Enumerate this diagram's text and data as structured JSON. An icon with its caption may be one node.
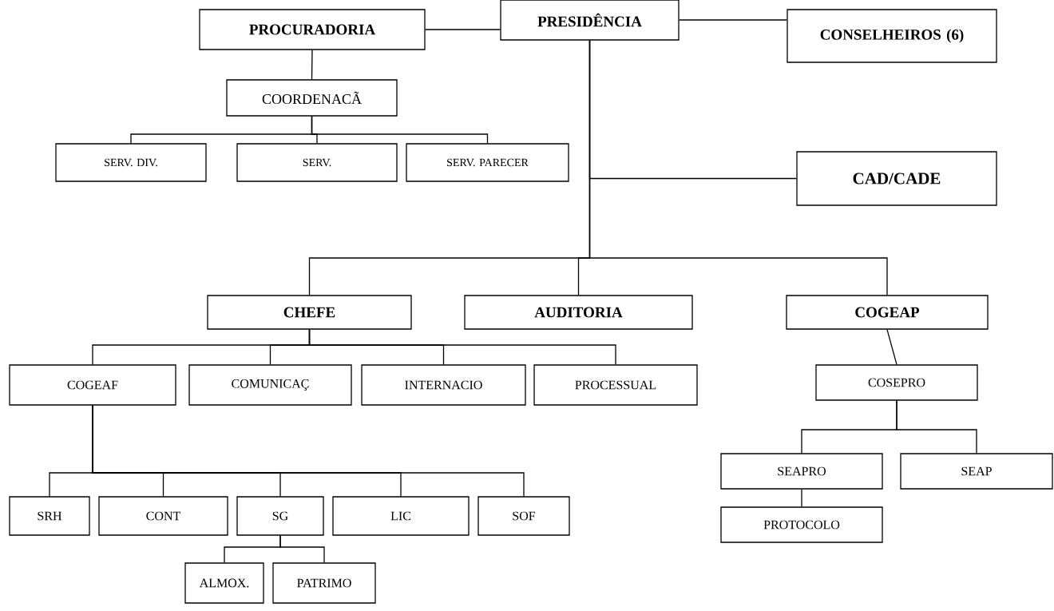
{
  "diagram": {
    "nodes": [
      {
        "text": [
          "PROCURADORIA"
        ]
      },
      {
        "text": [
          "PRESIDÊNCIA"
        ]
      },
      {
        "text": [
          "CONSELHEIROS (6)"
        ]
      },
      {
        "text": [
          "COORDENACÃ"
        ]
      },
      {
        "text": [
          "SERV. DIV."
        ]
      },
      {
        "text": [
          "SERV."
        ]
      },
      {
        "text": [
          "SERV. PARECER"
        ]
      },
      {
        "text": [
          "CAD/CADE"
        ]
      },
      {
        "text": [
          "CHEFE"
        ]
      },
      {
        "text": [
          "AUDITORIA"
        ]
      },
      {
        "text": [
          "COGEAP"
        ]
      },
      {
        "text": [
          "COGEAF"
        ]
      },
      {
        "text": [
          "COMUNICAÇ"
        ]
      },
      {
        "text": [
          "INTERNACIO"
        ]
      },
      {
        "text": [
          "PROCESSUAL"
        ]
      },
      {
        "text": [
          "COSEPRO"
        ]
      },
      {
        "text": [
          "SEAPRO"
        ]
      },
      {
        "text": [
          "SEAP"
        ]
      },
      {
        "text": [
          "PROTOCOLO"
        ]
      },
      {
        "text": [
          "SRH"
        ]
      },
      {
        "text": [
          "CONT"
        ]
      },
      {
        "text": [
          "SG"
        ]
      },
      {
        "text": [
          "LIC"
        ]
      },
      {
        "text": [
          "SOF"
        ]
      },
      {
        "text": [
          "ALMOX."
        ]
      },
      {
        "text": [
          "PATRIMO"
        ]
      }
    ],
    "edges": [
      {
        "from": 0,
        "to": 1,
        "arrow": "none"
      },
      {
        "from": 1,
        "to": 2,
        "arrow": "none"
      },
      {
        "from": 0,
        "to": 3,
        "arrow": "none"
      },
      {
        "from": 3,
        "to": 4,
        "arrow": "none"
      },
      {
        "from": 3,
        "to": 5,
        "arrow": "none"
      },
      {
        "from": 3,
        "to": 6,
        "arrow": "none"
      },
      {
        "from": 1,
        "to": 7,
        "arrow": "none"
      },
      {
        "from": 1,
        "to": 8,
        "arrow": "none"
      },
      {
        "from": 1,
        "to": 9,
        "arrow": "none"
      },
      {
        "from": 1,
        "to": 10,
        "arrow": "none"
      },
      {
        "from": 8,
        "to": 11,
        "arrow": "none"
      },
      {
        "from": 8,
        "to": 12,
        "arrow": "none"
      },
      {
        "from": 8,
        "to": 13,
        "arrow": "none"
      },
      {
        "from": 8,
        "to": 14,
        "arrow": "none"
      },
      {
        "from": 11,
        "to": 19,
        "arrow": "none"
      },
      {
        "from": 11,
        "to": 20,
        "arrow": "none"
      },
      {
        "from": 11,
        "to": 21,
        "arrow": "none"
      },
      {
        "from": 11,
        "to": 22,
        "arrow": "none"
      },
      {
        "from": 11,
        "to": 23,
        "arrow": "none"
      },
      {
        "from": 21,
        "to": 24,
        "arrow": "none"
      },
      {
        "from": 21,
        "to": 25,
        "arrow": "none"
      },
      {
        "from": 10,
        "to": 15,
        "arrow": "none"
      },
      {
        "from": 15,
        "to": 16,
        "arrow": "none"
      },
      {
        "from": 15,
        "to": 17,
        "arrow": "none"
      },
      {
        "from": 16,
        "to": 18,
        "arrow": "none"
      }
    ]
  }
}
